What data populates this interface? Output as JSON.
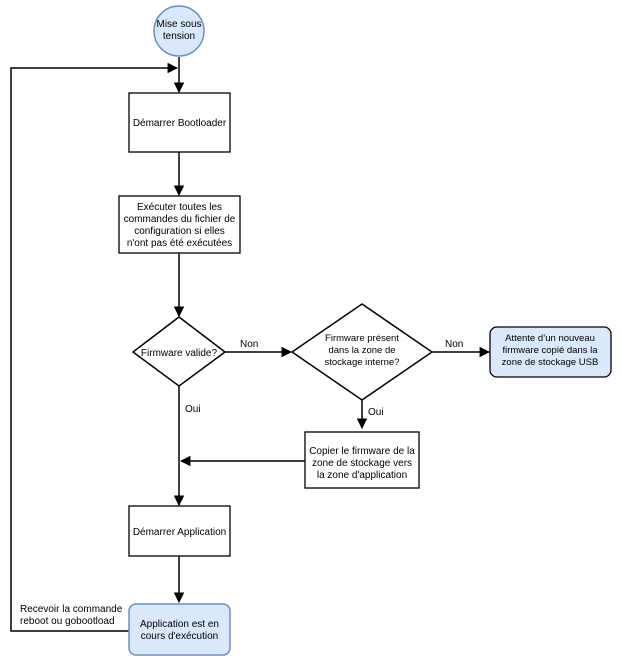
{
  "diagram": {
    "nodes": {
      "start": [
        "Mise sous",
        "tension"
      ],
      "bootloader": [
        "Démarrer Bootloader"
      ],
      "execute": [
        "Exécuter toutes les",
        "commandes du fichier de",
        "configuration si elles",
        "n'ont pas été exécutées"
      ],
      "fw_valid": [
        "Firmware valide?"
      ],
      "fw_present": [
        "Firmware présent",
        "dans la zone de",
        "stockage interne?"
      ],
      "wait_usb": [
        "Attente d’un nouveau",
        "firmware copié dans la",
        "zone de stockage USB"
      ],
      "copy_fw": [
        "Copier le firmware de la",
        "zone de stockage vers",
        "la zone d'application"
      ],
      "start_app": [
        "Démarrer Application"
      ],
      "app_running": [
        "Application est en",
        "cours d'exécution"
      ]
    },
    "edges": {
      "valid_no": "Non",
      "present_no": "Non",
      "valid_yes": "Oui",
      "present_yes": "Oui",
      "reboot": [
        "Recevoir la commande",
        "reboot ou gobootload"
      ]
    },
    "colors": {
      "terminal_fill": "#dae8fc",
      "terminal_stroke": "#6c8ebf",
      "line": "#000000",
      "box_fill": "#ffffff"
    }
  }
}
